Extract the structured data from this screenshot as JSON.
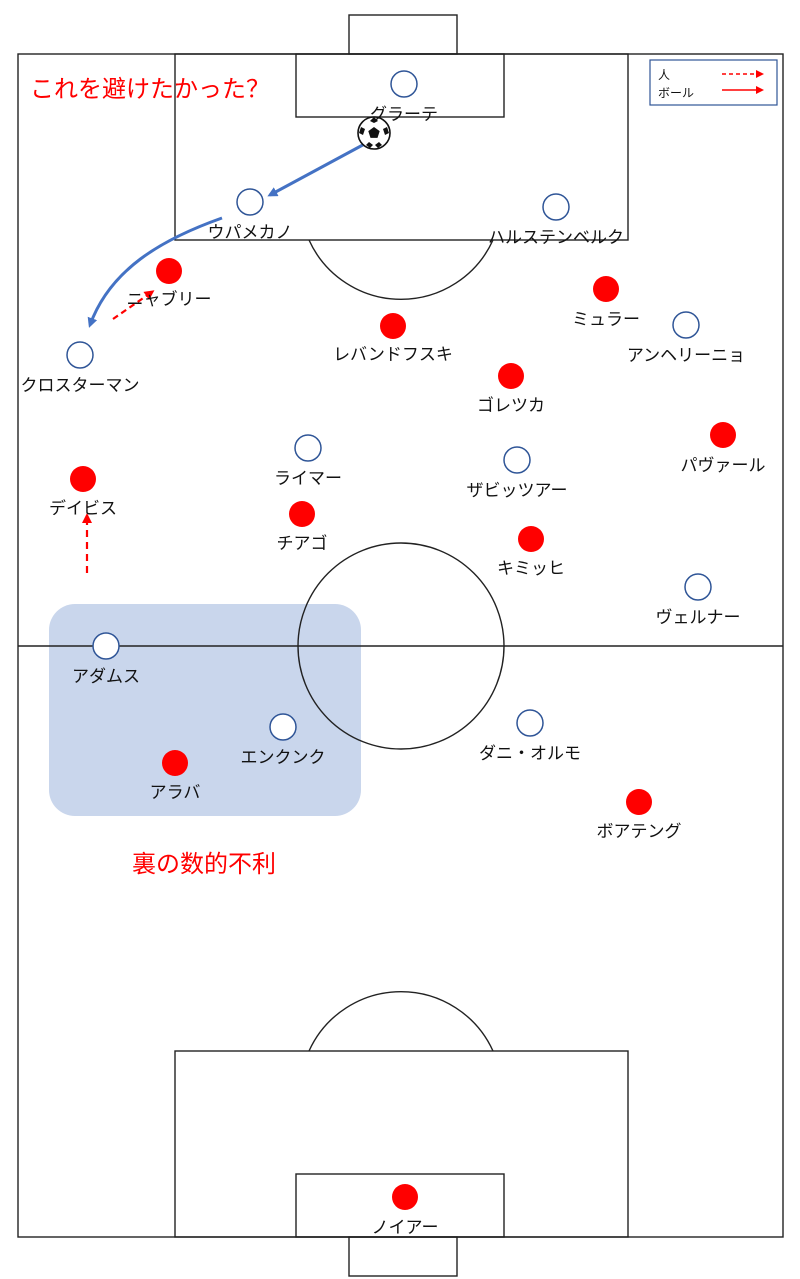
{
  "notes": {
    "top": "これを避けたかった？",
    "bottom": "裏の数的不利"
  },
  "legend": {
    "person": "人",
    "ball": "ボール",
    "person_style": "dashed red arrow",
    "ball_style": "solid red arrow"
  },
  "colors": {
    "red_team": "#ff0000",
    "white_team_outline": "#2f5597",
    "annotation_text": "#ff0000",
    "ball_arrow": "#4472c4",
    "highlight_zone": "#c9d6ec",
    "pitch_lines": "#222222"
  },
  "players": {
    "white": [
      {
        "id": "gulacsi",
        "name": "グラーテ"
      },
      {
        "id": "upamecano",
        "name": "ウパメカノ"
      },
      {
        "id": "halstenberg",
        "name": "ハルステンベルク"
      },
      {
        "id": "angelino",
        "name": "アンヘリーニョ"
      },
      {
        "id": "klostermann",
        "name": "クロスターマン"
      },
      {
        "id": "laimer",
        "name": "ライマー"
      },
      {
        "id": "sabitzer",
        "name": "ザビッツアー"
      },
      {
        "id": "werner",
        "name": "ヴェルナー"
      },
      {
        "id": "adams",
        "name": "アダムス"
      },
      {
        "id": "nkunku",
        "name": "エンクンク"
      },
      {
        "id": "olmo",
        "name": "ダニ・オルモ"
      }
    ],
    "red": [
      {
        "id": "gnabry",
        "name": "ニャブリー"
      },
      {
        "id": "lewandowski",
        "name": "レバンドフスキ"
      },
      {
        "id": "muller",
        "name": "ミュラー"
      },
      {
        "id": "goretzka",
        "name": "ゴレツカ"
      },
      {
        "id": "pavard",
        "name": "パヴァール"
      },
      {
        "id": "davies",
        "name": "デイビス"
      },
      {
        "id": "thiago",
        "name": "チアゴ"
      },
      {
        "id": "kimmich",
        "name": "キミッヒ"
      },
      {
        "id": "alaba",
        "name": "アラバ"
      },
      {
        "id": "boateng",
        "name": "ボアテング"
      },
      {
        "id": "neuer",
        "name": "ノイアー"
      }
    ]
  }
}
